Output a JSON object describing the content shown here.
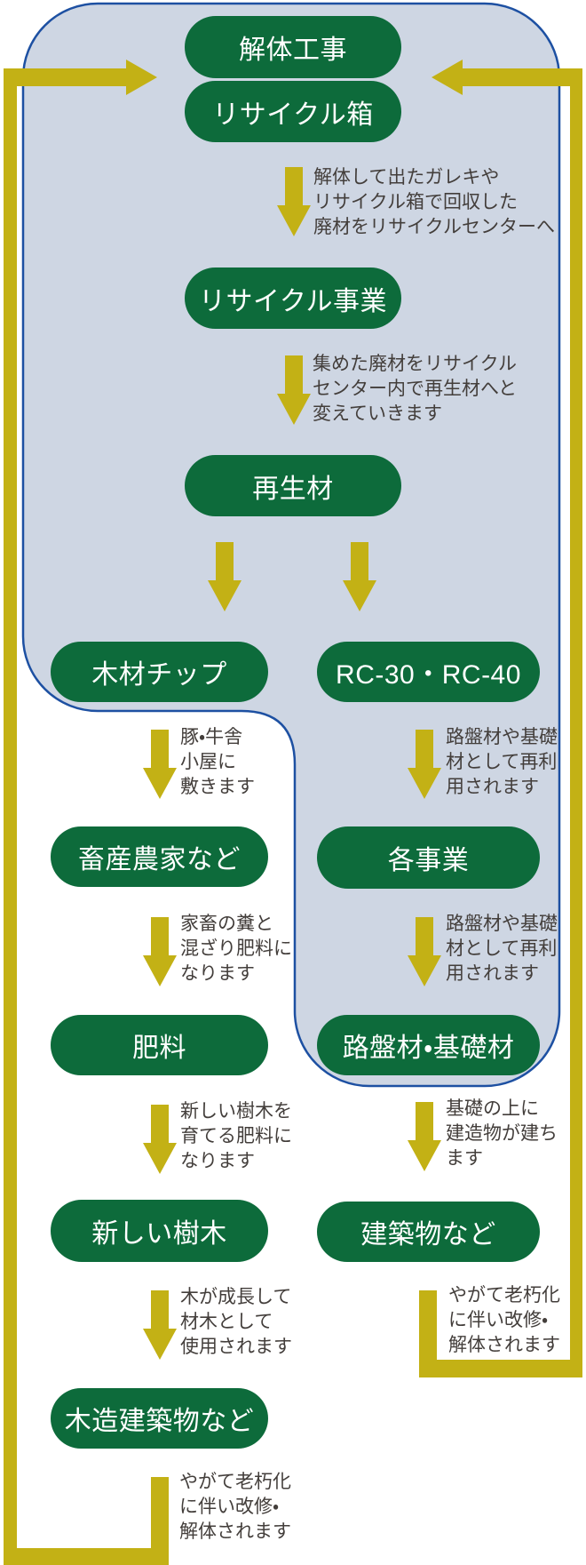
{
  "colors": {
    "node_green": "#0d6b3b",
    "arrow_yellow": "#c3b115",
    "area_fill": "#ced6e3",
    "area_border": "#1d50a2",
    "note_text": "#433e3b",
    "node_text": "#ffffff",
    "page_background": "#ffffff"
  },
  "nodes": [
    {
      "id": "demolition",
      "label": "解体工事"
    },
    {
      "id": "recycle-box",
      "label": "リサイクル箱"
    },
    {
      "id": "recycle-business",
      "label": "リサイクル事業"
    },
    {
      "id": "recycled-material",
      "label": "再生材"
    },
    {
      "id": "wood-chips",
      "label": "木材チップ"
    },
    {
      "id": "rc-30-rc-40",
      "label": "RC-30・RC-40"
    },
    {
      "id": "livestock-farms",
      "label": "畜産農家など"
    },
    {
      "id": "various-businesses",
      "label": "各事業"
    },
    {
      "id": "fertilizer",
      "label": "肥料"
    },
    {
      "id": "roadbed-foundation",
      "label": "路盤材・基礎材"
    },
    {
      "id": "new-trees",
      "label": "新しい樹木"
    },
    {
      "id": "buildings",
      "label": "建築物など"
    },
    {
      "id": "wooden-buildings",
      "label": "木造建築物など"
    }
  ],
  "annotations": [
    {
      "id": "to-recycle-business",
      "lines": [
        "解体して出たガレキや",
        "リサイクル箱で回収した",
        "廃材をリサイクルセンターへ"
      ]
    },
    {
      "id": "to-recycled-material",
      "lines": [
        "集めた廃材をリサイクル",
        "センター内で再生材へと",
        "変えていきます"
      ]
    },
    {
      "id": "to-livestock-farms",
      "lines": [
        "豚・牛舎",
        "小屋に",
        "敷きます"
      ]
    },
    {
      "id": "to-fertilizer",
      "lines": [
        "家畜の糞と",
        "混ざり肥料に",
        "なります"
      ]
    },
    {
      "id": "to-new-trees",
      "lines": [
        "新しい樹木を",
        "育てる肥料に",
        "なります"
      ]
    },
    {
      "id": "to-wooden-buildings",
      "lines": [
        "木が成長して",
        "材木として",
        "使用されます"
      ]
    },
    {
      "id": "left-return-loop",
      "lines": [
        "やがて老朽化",
        "に伴い改修・",
        "解体されます"
      ]
    },
    {
      "id": "to-various-businesses",
      "lines": [
        "路盤材や基礎",
        "材として再利",
        "用されます"
      ]
    },
    {
      "id": "to-roadbed-foundation",
      "lines": [
        "路盤材や基礎",
        "材として再利",
        "用されます"
      ]
    },
    {
      "id": "to-buildings",
      "lines": [
        "基礎の上に",
        "建造物が建ち",
        "ます"
      ]
    },
    {
      "id": "right-return-loop",
      "lines": [
        "やがて老朽化",
        "に伴い改修・",
        "解体されます"
      ]
    }
  ]
}
